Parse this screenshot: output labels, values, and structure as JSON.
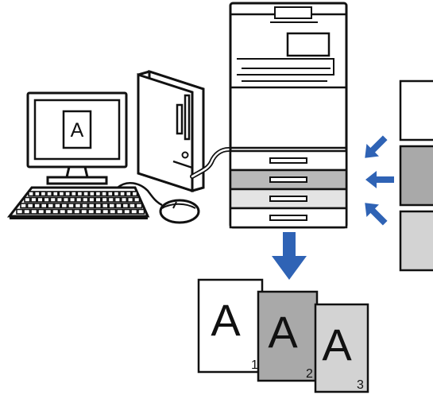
{
  "monitor": {
    "screen_letter": "A"
  },
  "output_pages": [
    {
      "letter": "A",
      "number": "1",
      "fill": "#ffffff"
    },
    {
      "letter": "A",
      "number": "2",
      "fill": "#a9a9a9"
    },
    {
      "letter": "A",
      "number": "3",
      "fill": "#d3d3d3"
    }
  ],
  "paper_sources": [
    {
      "fill": "#ffffff"
    },
    {
      "fill": "#a9a9a9"
    },
    {
      "fill": "#d3d3d3"
    }
  ],
  "colors": {
    "arrow_blue": "#2f63b5",
    "stroke": "#111111",
    "tray_dark": "#b9b9b9",
    "tray_light": "#e4e4e4"
  }
}
